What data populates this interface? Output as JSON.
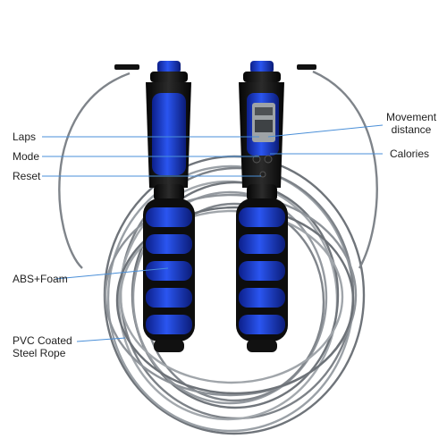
{
  "labels": {
    "laps": "Laps",
    "mode": "Mode",
    "reset": "Reset",
    "movement_line1": "Movement",
    "movement_line2": "distance",
    "calories": "Calories",
    "abs_foam": "ABS+Foam",
    "rope_line1": "PVC Coated",
    "rope_line2": "Steel Rope"
  },
  "colors": {
    "handle_blue": "#1f3fd6",
    "handle_black": "#111111",
    "rope_gray": "#8a8f96",
    "callout_line": "#4a8fd8"
  }
}
